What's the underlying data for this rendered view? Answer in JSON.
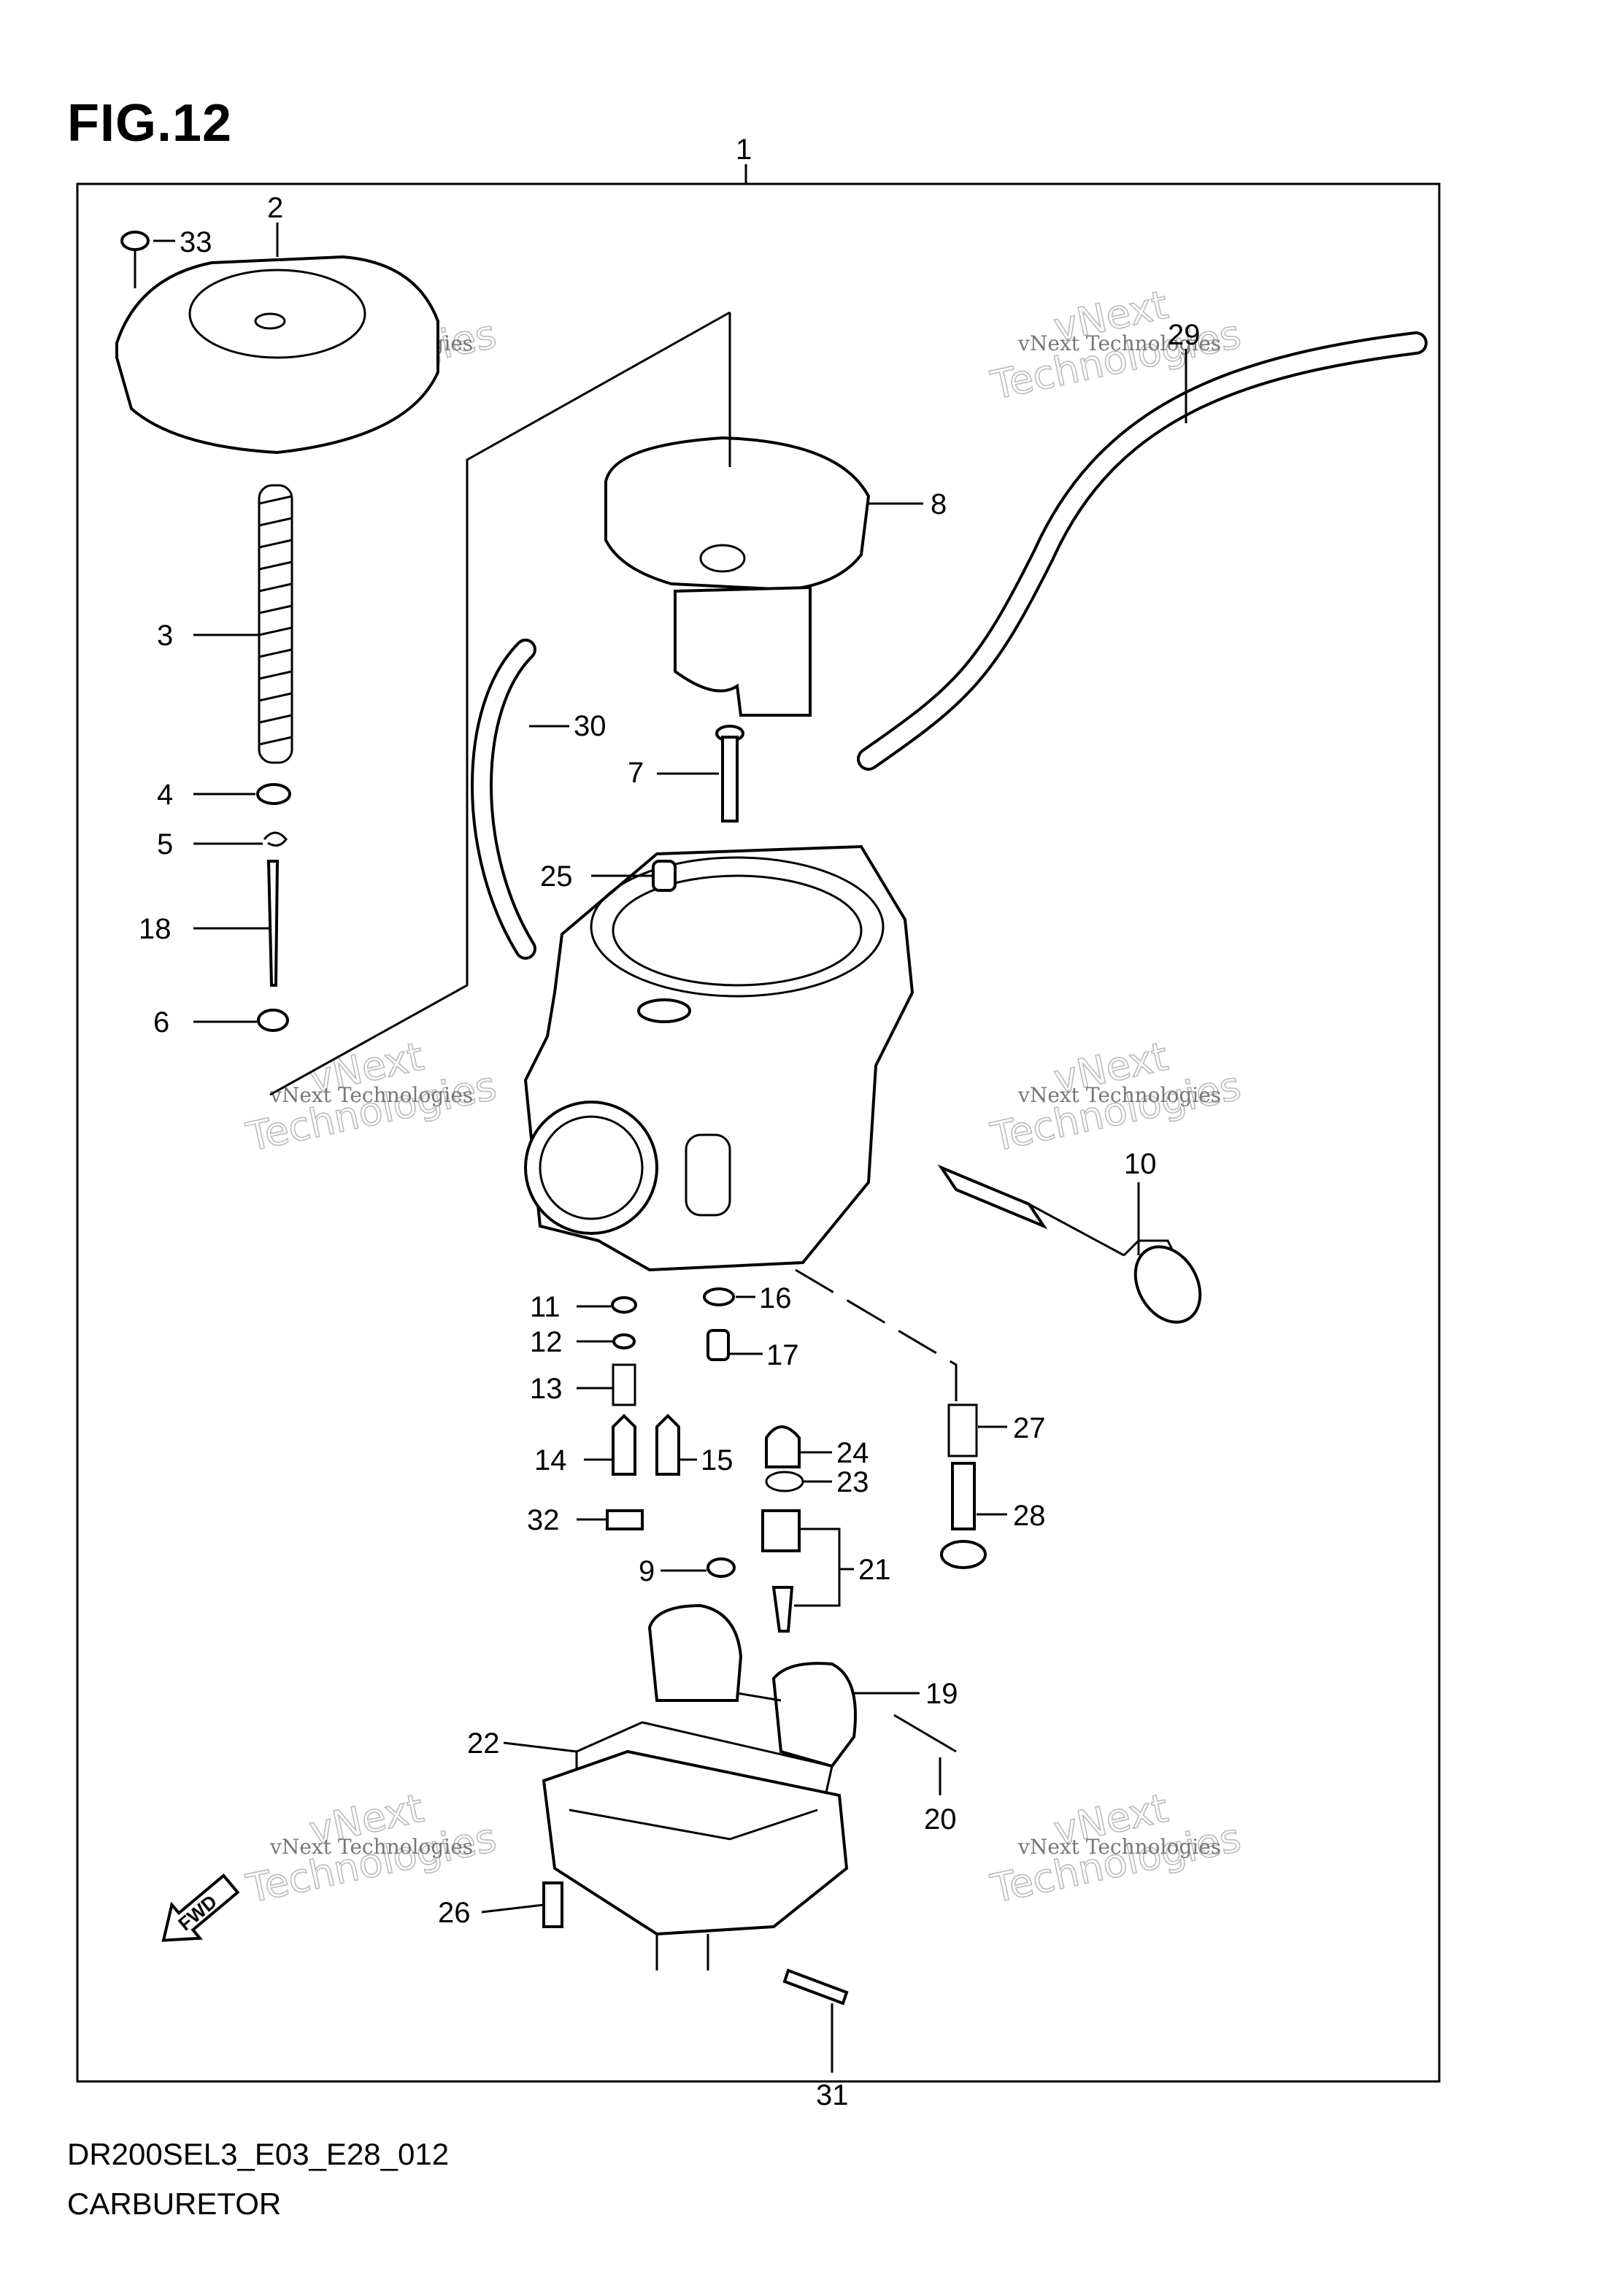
{
  "figure": {
    "title": "FIG.12",
    "model_code": "DR200SEL3_E03_E28_012",
    "section_name": "CARBURETOR",
    "fwd_label": "FWD"
  },
  "watermark": {
    "line1": "vNext Technologies",
    "line2": "Technologies",
    "overlay": "vNext"
  },
  "callouts": [
    "1",
    "2",
    "33",
    "29",
    "3",
    "8",
    "30",
    "7",
    "4",
    "5",
    "25",
    "18",
    "6",
    "10",
    "11",
    "16",
    "12",
    "17",
    "13",
    "27",
    "14",
    "15",
    "24",
    "23",
    "28",
    "32",
    "21",
    "9",
    "19",
    "22",
    "20",
    "26",
    "31"
  ]
}
